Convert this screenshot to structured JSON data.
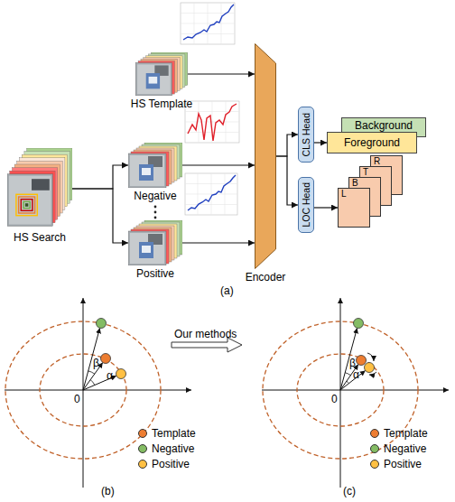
{
  "diagram": {
    "nodes": [
      {
        "text": [
          "HS Template"
        ]
      },
      {
        "text": [
          "HS Search"
        ]
      },
      {
        "text": [
          "Negative"
        ]
      },
      {
        "text": [
          "Positive"
        ]
      },
      {
        "text": [
          "Encoder"
        ]
      },
      {
        "text": [
          "CLS Head"
        ]
      },
      {
        "text": [
          "LOC Head"
        ]
      },
      {
        "text": [
          "Background"
        ]
      },
      {
        "text": [
          "Foreground"
        ]
      },
      {
        "text": [
          "L"
        ]
      },
      {
        "text": [
          "B"
        ]
      },
      {
        "text": [
          "T"
        ]
      },
      {
        "text": [
          "R"
        ]
      }
    ],
    "edges": [
      {
        "from": 0,
        "to": 4,
        "arrow": "to"
      },
      {
        "from": 1,
        "to": 2,
        "arrow": "to"
      },
      {
        "from": 1,
        "to": 3,
        "arrow": "to"
      },
      {
        "from": 2,
        "to": 4,
        "arrow": "to"
      },
      {
        "from": 3,
        "to": 4,
        "arrow": "to"
      },
      {
        "from": 4,
        "to": 5,
        "arrow": "to"
      },
      {
        "from": 4,
        "to": 6,
        "arrow": "to"
      },
      {
        "from": 5,
        "to": 8,
        "arrow": "to"
      },
      {
        "from": 6,
        "to": 9,
        "arrow": "to"
      }
    ],
    "labels": [
      "(a)",
      "Our methods",
      "0",
      "β",
      "α",
      "(b)",
      "0",
      "β",
      "α",
      "(c)"
    ],
    "legend": [
      {
        "text": "Template",
        "color": "#ED7D31"
      },
      {
        "text": "Negative",
        "color": "#84BC64"
      },
      {
        "text": "Positive",
        "color": "#FFC043"
      },
      {
        "text": "Template",
        "color": "#ED7D31"
      },
      {
        "text": "Negative",
        "color": "#84BC64"
      },
      {
        "text": "Positive",
        "color": "#FFC043"
      }
    ]
  }
}
